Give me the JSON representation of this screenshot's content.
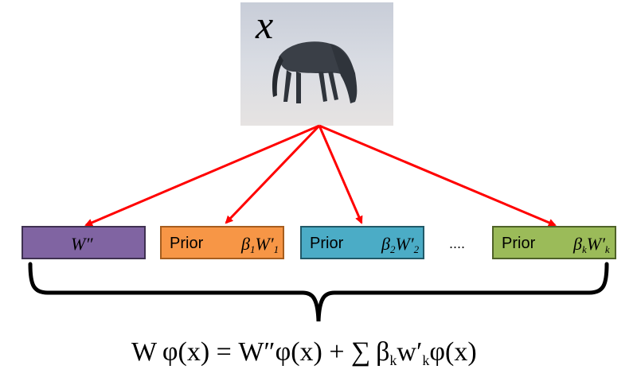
{
  "image": {
    "variable": "x",
    "subject": "horse-photo"
  },
  "boxes": [
    {
      "prior": "",
      "weight": "W″",
      "sub": "",
      "sup": "",
      "color": "#8064a2"
    },
    {
      "prior": "Prior",
      "weight": "β",
      "sub": "1",
      "weight2": "W′",
      "sub2": "1",
      "color": "#f79646"
    },
    {
      "prior": "Prior",
      "weight": "β",
      "sub": "2",
      "weight2": "W′",
      "sub2": "2",
      "color": "#4bacc6"
    },
    {
      "prior": "Prior",
      "weight": "β",
      "sub": "k",
      "weight2": "W′",
      "sub2": "k",
      "color": "#9bbb59"
    }
  ],
  "ellipsis": "....",
  "formula": {
    "lhs": "W φ(x) = W″φ(x) + ∑ β",
    "sub1": "k",
    "mid": "w′",
    "sub2": "k",
    "rhs": "φ(x)"
  },
  "colors": {
    "arrow": "#ff0000",
    "brace": "#000000"
  }
}
